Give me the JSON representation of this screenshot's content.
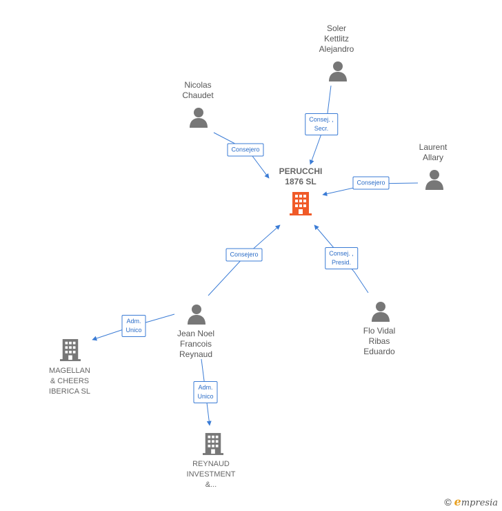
{
  "center": {
    "label": "PERUCCHI\n1876  SL",
    "color": "#f05a28"
  },
  "persons": [
    {
      "id": "soler",
      "label": "Soler\nKettlitz\nAlejandro"
    },
    {
      "id": "nicolas",
      "label": "Nicolas\nChaudet"
    },
    {
      "id": "laurent",
      "label": "Laurent\nAllary"
    },
    {
      "id": "jean",
      "label": "Jean Noel\nFrancois\nReynaud"
    },
    {
      "id": "flo",
      "label": "Flo Vidal\nRibas\nEduardo"
    }
  ],
  "companies": [
    {
      "id": "magellan",
      "label": "MAGELLAN\n& CHEERS\nIBERICA  SL"
    },
    {
      "id": "reynaud",
      "label": "REYNAUD\nINVESTMENT\n&..."
    }
  ],
  "edges": [
    {
      "id": "e-soler",
      "label": "Consej. ,\nSecr."
    },
    {
      "id": "e-nicolas",
      "label": "Consejero"
    },
    {
      "id": "e-laurent",
      "label": "Consejero"
    },
    {
      "id": "e-jean",
      "label": "Consejero"
    },
    {
      "id": "e-flo",
      "label": "Consej. ,\nPresid."
    },
    {
      "id": "e-magellan",
      "label": "Adm.\nUnico"
    },
    {
      "id": "e-reynaud",
      "label": "Adm.\nUnico"
    }
  ],
  "colors": {
    "edge": "#3a7bd5",
    "person": "#777777",
    "company": "#777777"
  },
  "footer": {
    "copyright": "©",
    "brand_initial": "e",
    "brand_rest": "mpresia"
  }
}
